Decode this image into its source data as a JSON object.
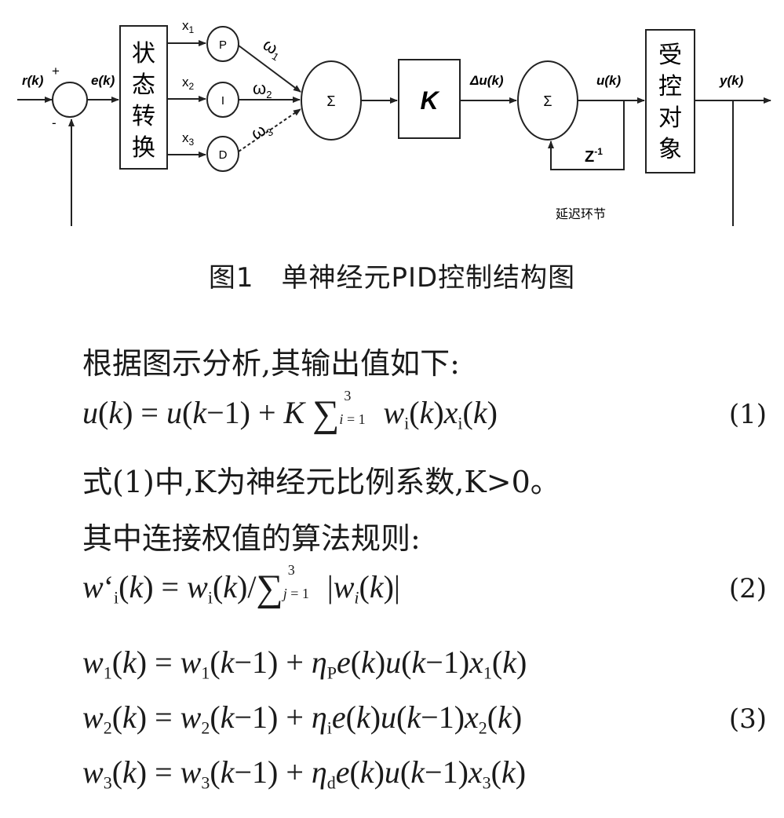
{
  "diagram": {
    "signals": {
      "r": "r(k)",
      "e": "e(k)",
      "du": "Δu(k)",
      "u": "u(k)",
      "y": "y(k)",
      "plus": "+",
      "minus": "-"
    },
    "state_block": [
      "状",
      "态",
      "转",
      "换"
    ],
    "plant_block": [
      "受",
      "控",
      "对",
      "象"
    ],
    "inputs": [
      "x",
      "x",
      "x"
    ],
    "input_subs": [
      "1",
      "2",
      "3"
    ],
    "neurons": [
      "P",
      "I",
      "D"
    ],
    "weights": [
      "ω",
      "ω",
      "ω"
    ],
    "weight_subs": [
      "1",
      "2",
      "3"
    ],
    "sum_symbol": "Σ",
    "gain": "K",
    "delay": "Z",
    "delay_sup": "-1",
    "delay_label": "延迟环节"
  },
  "caption": "图1　单神经元PID控制结构图",
  "text": {
    "intro": "根据图示分析,其输出值如下:",
    "desc1": "式(1)中,K为神经元比例系数,K>0。",
    "rule": "其中连接权值的算法规则:"
  },
  "eq_numbers": [
    "(1)",
    "(2)",
    "(3)"
  ]
}
